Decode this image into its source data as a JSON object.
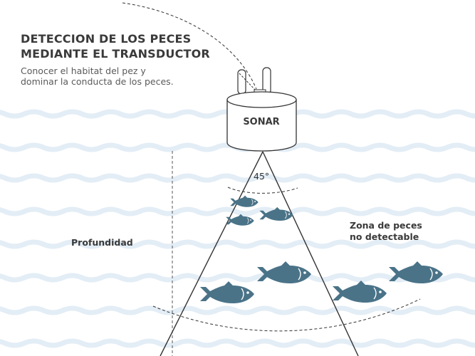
{
  "header": {
    "title_line1": "DETECCION DE LOS PECES",
    "title_line2": "MEDIANTE EL TRANSDUCTOR",
    "subtitle_line1": "Conocer el habitat del pez y",
    "subtitle_line2": "dominar la conducta de los peces."
  },
  "sonar": {
    "label": "SONAR"
  },
  "beam": {
    "angle_label": "45°"
  },
  "labels": {
    "depth": "Profundidad",
    "zone_line1": "Zona de peces",
    "zone_line2": "no detectable"
  },
  "colors": {
    "wave": "#e3edf6",
    "fish": "#4a7388",
    "fish_detail": "#ffffff",
    "line": "#3a3a3a",
    "text": "#3a3a3a"
  },
  "icons": [
    "fish-icon",
    "transducer-icon"
  ]
}
